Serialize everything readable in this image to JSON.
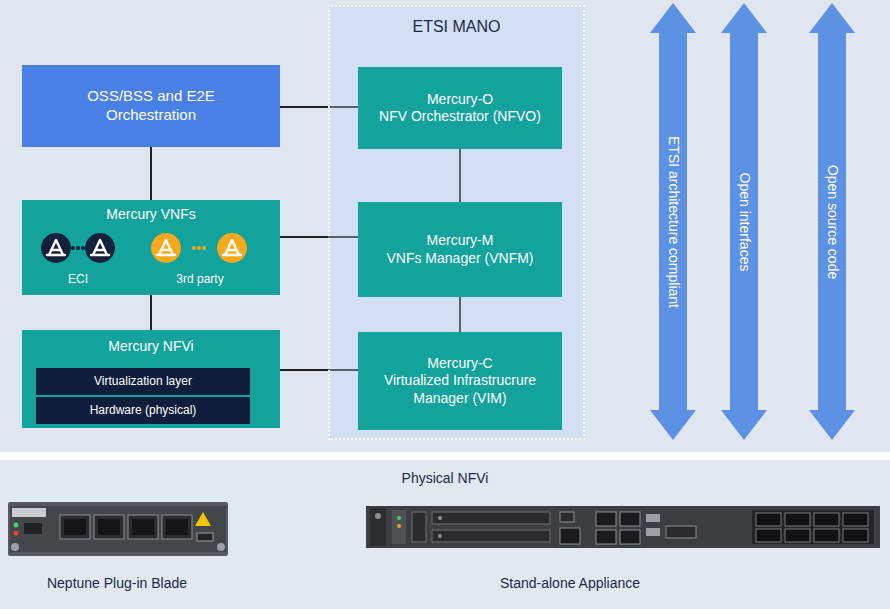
{
  "diagram": {
    "nodes": [
      {
        "text": [
          "OSS/BSS and E2E Orchestration"
        ]
      },
      {
        "text": [
          "ETSI MANO"
        ]
      },
      {
        "text": [
          "Mercury-O",
          "NFV Orchestrator (NFVO)"
        ],
        "in": 1
      },
      {
        "text": [
          "Mercury VNFs",
          "ECI",
          "3rd party"
        ]
      },
      {
        "text": [
          "Mercury-M",
          "VNFs Manager (VNFM)"
        ],
        "in": 1
      },
      {
        "text": [
          "Mercury NFVi"
        ]
      },
      {
        "text": [
          "Virtualization layer"
        ],
        "in": 5
      },
      {
        "text": [
          "Hardware (physical)"
        ],
        "in": 5
      },
      {
        "text": [
          "Mercury-C",
          "Virtualized Infrastrucrure Manager (VIM)"
        ],
        "in": 1
      },
      {
        "text": [
          "ETSI architecture compliant"
        ]
      },
      {
        "text": [
          "Open interfaces"
        ]
      },
      {
        "text": [
          "Open source code"
        ]
      },
      {
        "text": [
          "Physical NFVi"
        ]
      }
    ],
    "edges": [
      {
        "from": 0,
        "to": 2,
        "arrow": "none"
      },
      {
        "from": 0,
        "to": 3,
        "arrow": "none"
      },
      {
        "from": 2,
        "to": 4,
        "arrow": "none"
      },
      {
        "from": 3,
        "to": 4,
        "arrow": "none"
      },
      {
        "from": 3,
        "to": 5,
        "arrow": "none"
      },
      {
        "from": 4,
        "to": 8,
        "arrow": "none"
      },
      {
        "from": 5,
        "to": 8,
        "arrow": "none"
      }
    ],
    "labels": [
      "Neptune Plug-in Blade",
      "Stand-alone Appliance"
    ]
  }
}
